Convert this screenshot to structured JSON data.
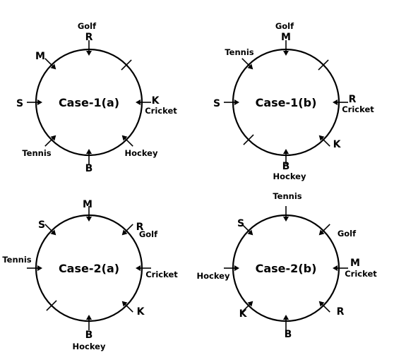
{
  "diagrams": [
    {
      "case": "Case-1(a)",
      "labels": [
        {
          "person": "R",
          "sport": "Golf"
        },
        {
          "person": "",
          "sport": ""
        },
        {
          "person": "K",
          "sport": "Cricket"
        },
        {
          "person": "",
          "sport": "Hockey"
        },
        {
          "person": "B",
          "sport": ""
        },
        {
          "person": "",
          "sport": "Tennis"
        },
        {
          "person": "S",
          "sport": ""
        },
        {
          "person": "M",
          "sport": ""
        }
      ]
    },
    {
      "case": "Case-1(b)",
      "labels": [
        {
          "person": "M",
          "sport": "Golf"
        },
        {
          "person": "",
          "sport": ""
        },
        {
          "person": "R",
          "sport": "Cricket"
        },
        {
          "person": "K",
          "sport": ""
        },
        {
          "person": "B",
          "sport": "Hockey"
        },
        {
          "person": "",
          "sport": ""
        },
        {
          "person": "S",
          "sport": ""
        },
        {
          "person": "",
          "sport": "Tennis"
        }
      ]
    },
    {
      "case": "Case-2(a)",
      "labels": [
        {
          "person": "M",
          "sport": ""
        },
        {
          "person": "R",
          "sport": "Golf"
        },
        {
          "person": "",
          "sport": "Cricket"
        },
        {
          "person": "K",
          "sport": ""
        },
        {
          "person": "B",
          "sport": "Hockey"
        },
        {
          "person": "",
          "sport": ""
        },
        {
          "person": "",
          "sport": "Tennis"
        },
        {
          "person": "S",
          "sport": ""
        }
      ]
    },
    {
      "case": "Case-2(b)",
      "labels": [
        {
          "person": "",
          "sport": "Tennis"
        },
        {
          "person": "",
          "sport": "Golf"
        },
        {
          "person": "M",
          "sport": "Cricket"
        },
        {
          "person": "R",
          "sport": ""
        },
        {
          "person": "B",
          "sport": ""
        },
        {
          "person": "K",
          "sport": ""
        },
        {
          "person": "",
          "sport": "Hockey"
        },
        {
          "person": "S",
          "sport": ""
        }
      ]
    }
  ]
}
